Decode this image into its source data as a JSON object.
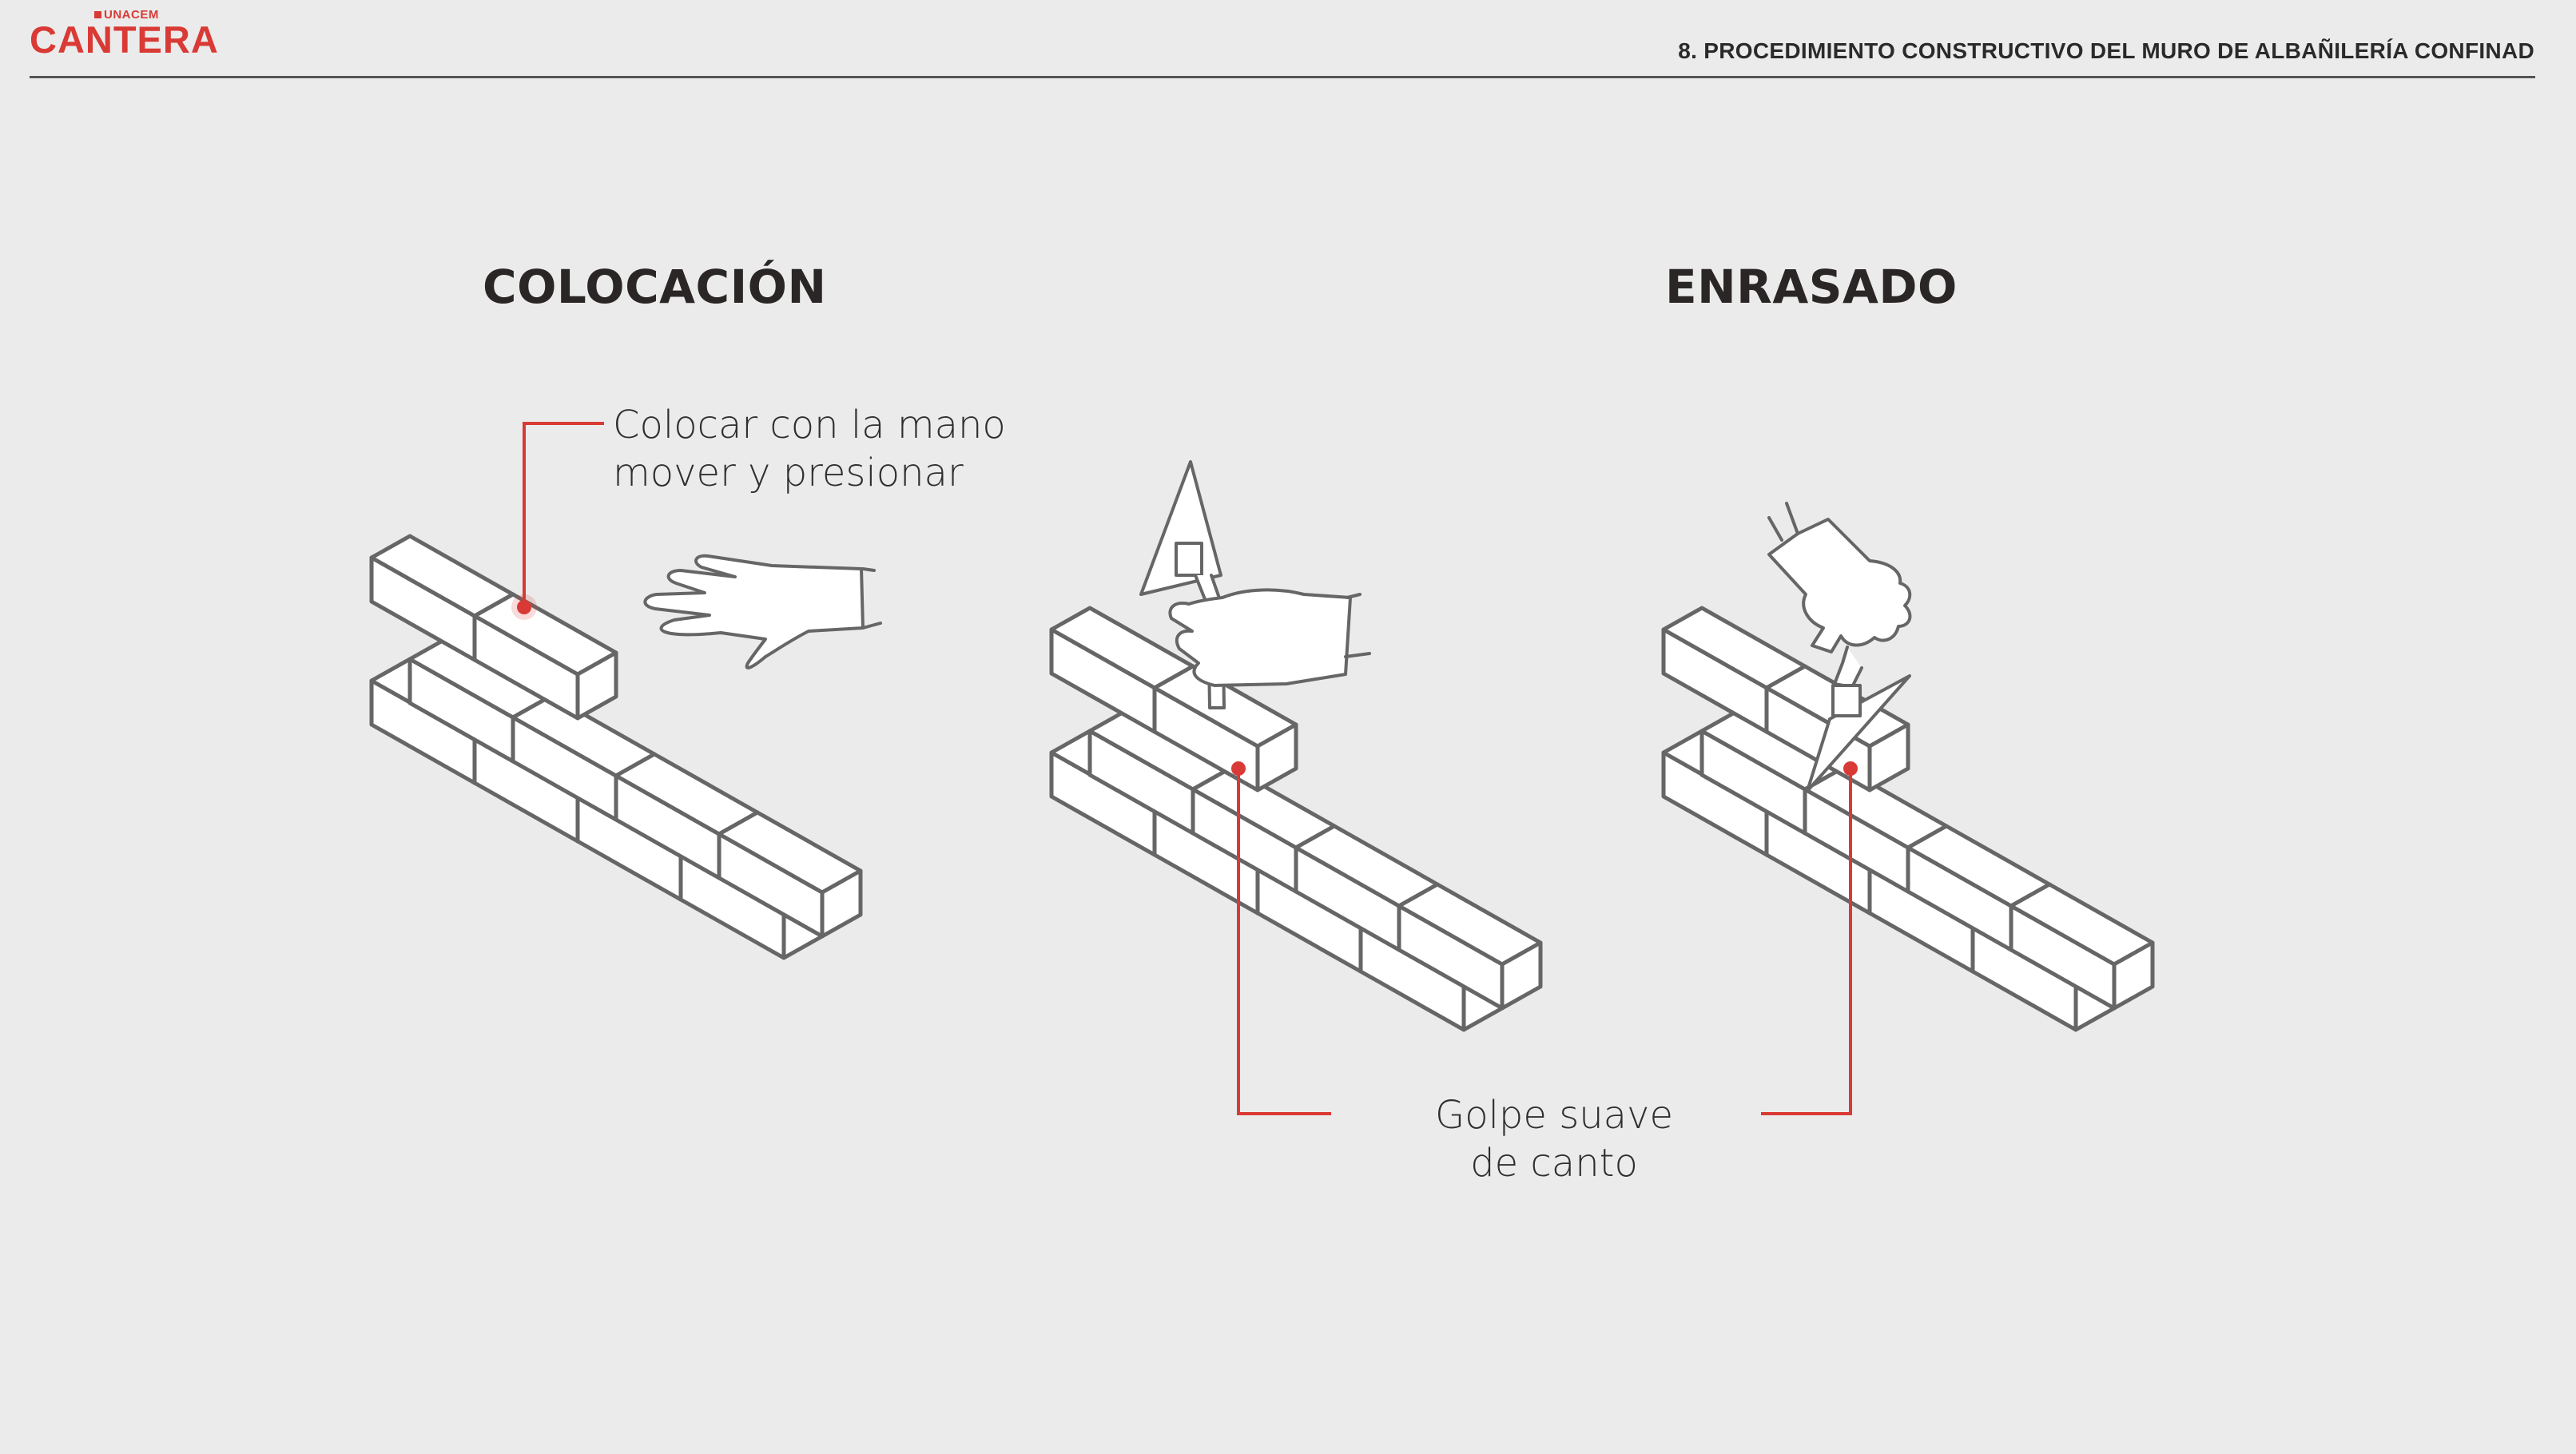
{
  "header": {
    "brand_parent": "UNACEM",
    "brand": "CANTERA",
    "section_title": "8. PROCEDIMIENTO CONSTRUCTIVO DEL MURO DE ALBAÑILERÍA CONFINAD"
  },
  "panels": [
    {
      "heading": "COLOCACIÓN",
      "callout_lines": [
        "Colocar con la mano",
        "mover y presionar"
      ]
    },
    {
      "heading": "ENRASADO"
    }
  ],
  "shared_callout": {
    "lines": [
      "Golpe suave",
      "de canto"
    ]
  },
  "colors": {
    "background": "#ebebeb",
    "accent": "#d93a35",
    "line_art": "#666666",
    "brick_face": "#ffffff"
  },
  "icons": [
    "hand-icon",
    "trowel-icon",
    "gloved-hand-icon"
  ]
}
